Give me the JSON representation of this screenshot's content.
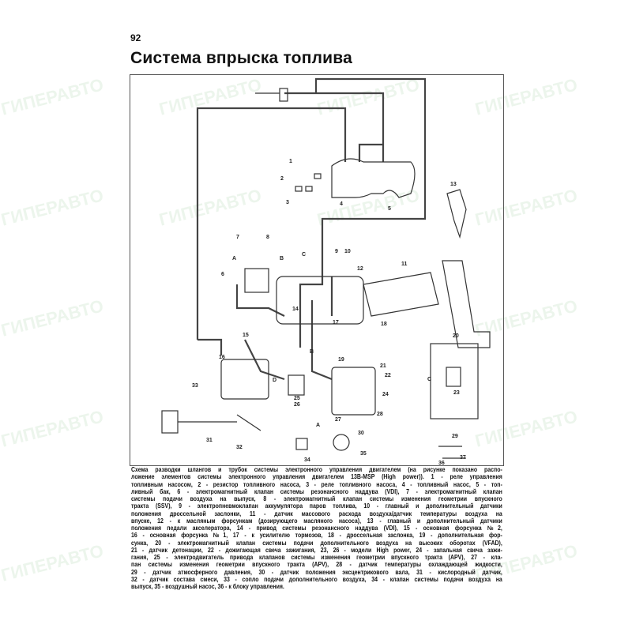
{
  "page_number": "92",
  "title": "Система впрыска топлива",
  "watermark": "ГИПЕРАВТО",
  "diagram_labels": [
    "1",
    "2",
    "3",
    "4",
    "5",
    "6",
    "7",
    "8",
    "9",
    "10",
    "11",
    "12",
    "13",
    "14",
    "15",
    "16",
    "17",
    "18",
    "19",
    "20",
    "21",
    "22",
    "23",
    "24",
    "25",
    "26",
    "27",
    "28",
    "29",
    "30",
    "31",
    "32",
    "33",
    "34",
    "35",
    "36",
    "37",
    "A",
    "B",
    "C",
    "D"
  ],
  "caption_lines": [
    "Схема разводки шлангов и трубок системы электронного управления двигателем (на рисунке показано распо-",
    "ложение элементов системы электронного управления двигателем 13B-MSP (High power)). 1 - реле управления",
    "топливным насосом, 2 - резистор топливного насоса, 3 - реле топливного насоса, 4 - топливный насос, 5 - топ-",
    "ливный бак, 6 - электромагнитный клапан системы резонансного наддува (VDI), 7 - электромагнитный клапан",
    "системы подачи воздуха на выпуск, 8 - электромагнитный клапан системы изменения геометрии впускного",
    "тракта (SSV), 9 - электропневмоклапан аккумулятора паров топлива, 10 - главный и дополнительный датчики",
    "положения дроссельной заслонки, 11 - датчик массового расхода воздуха/датчик температуры воздуха на",
    "впуске, 12 - к масляным форсункам (дозирующего масляного насоса), 13 - главный и дополнительный датчики",
    "положения педали акселератора, 14 - привод системы резонансного наддува (VDI), 15 - основная форсунка №2,",
    "16 - основная форсунка №1, 17 - к усилителю тормозов, 18 - дроссельная заслонка, 19 - дополнительная фор-",
    "сунка, 20 - электромагнитный клапан системы подачи дополнительного воздуха на высоких оборотах (VFAD),",
    "21 - датчик детонации, 22 - дожигающая свеча зажигания, 23, 26 - модели High power, 24 - запальная свеча зажи-",
    "гания, 25 - электродвигатель привода клапанов системы изменения геометрии впускного тракта (APV), 27 - кла-",
    "пан системы изменения геометрии впускного тракта (APV), 28 - датчик температуры охлаждающей жидкости,",
    "29 - датчик атмосферного давления, 30 - датчик положения эксцентрикового вала, 31 - кислородный датчик,",
    "32 - датчик состава смеси, 33 - сопло подачи дополнительного воздуха, 34 - клапан системы подачи воздуха на",
    "выпуск, 35 - воздушный насос, 36 - к блоку управления."
  ]
}
